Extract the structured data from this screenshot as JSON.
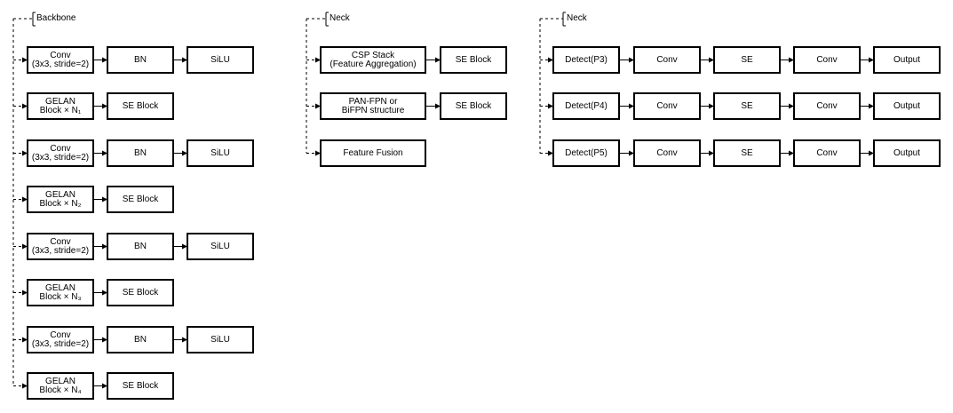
{
  "columns": [
    {
      "label": "Backbone",
      "rows": [
        [
          [
            "Conv",
            "(3x3, stride=2)"
          ],
          [
            "BN"
          ],
          [
            "SiLU"
          ]
        ],
        [
          [
            "GELAN",
            "Block × N₁"
          ],
          [
            "SE Block"
          ]
        ],
        [
          [
            "Conv",
            "(3x3, stride=2)"
          ],
          [
            "BN"
          ],
          [
            "SiLU"
          ]
        ],
        [
          [
            "GELAN",
            "Block × N₂"
          ],
          [
            "SE Block"
          ]
        ],
        [
          [
            "Conv",
            "(3x3, stride=2)"
          ],
          [
            "BN"
          ],
          [
            "SiLU"
          ]
        ],
        [
          [
            "GELAN",
            "Block × N₃"
          ],
          [
            "SE Block"
          ]
        ],
        [
          [
            "Conv",
            "(3x3, stride=2)"
          ],
          [
            "BN"
          ],
          [
            "SiLU"
          ]
        ],
        [
          [
            "GELAN",
            "Block × N₄"
          ],
          [
            "SE Block"
          ]
        ]
      ]
    },
    {
      "label": "Neck",
      "rows": [
        [
          [
            "CSP Stack",
            "(Feature Aggregation)"
          ],
          [
            "SE Block"
          ]
        ],
        [
          [
            "PAN-FPN or",
            "BiFPN structure"
          ],
          [
            "SE Block"
          ]
        ],
        [
          [
            "Feature Fusion"
          ]
        ]
      ]
    },
    {
      "label": "Neck",
      "rows": [
        [
          [
            "Detect(P3)"
          ],
          [
            "Conv"
          ],
          [
            "SE"
          ],
          [
            "Conv"
          ],
          [
            "Output"
          ]
        ],
        [
          [
            "Detect(P4)"
          ],
          [
            "Conv"
          ],
          [
            "SE"
          ],
          [
            "Conv"
          ],
          [
            "Output"
          ]
        ],
        [
          [
            "Detect(P5)"
          ],
          [
            "Conv"
          ],
          [
            "SE"
          ],
          [
            "Conv"
          ],
          [
            "Output"
          ]
        ]
      ]
    }
  ]
}
